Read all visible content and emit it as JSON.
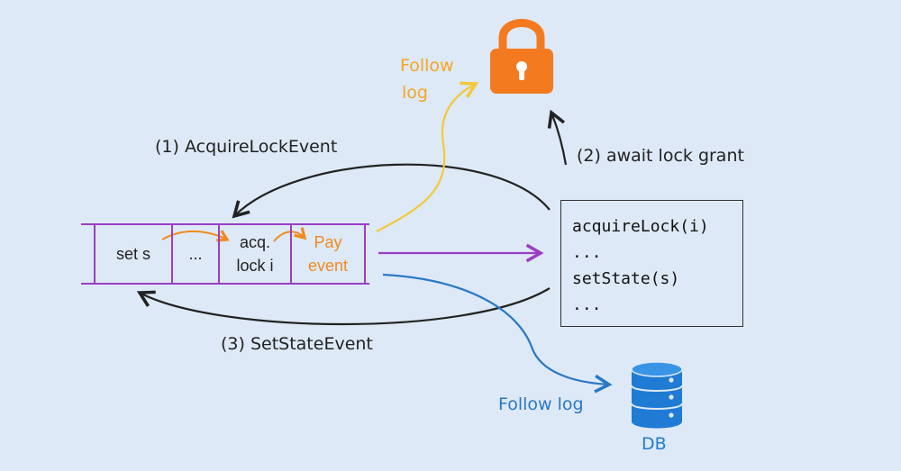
{
  "labels": {
    "acquire_event": "(1) AcquireLockEvent",
    "await_grant": "(2) await lock grant",
    "setstate_event": "(3) SetStateEvent",
    "follow_log_lock_1": "Follow",
    "follow_log_lock_2": "log",
    "follow_log_db": "Follow log",
    "db": "DB"
  },
  "log_cells": [
    {
      "line1": "set s",
      "line2": ""
    },
    {
      "line1": "...",
      "line2": ""
    },
    {
      "line1": "acq.",
      "line2": "lock i"
    },
    {
      "line1": "Pay",
      "line2": "event"
    }
  ],
  "code_lines": [
    "acquireLock(i)",
    "...",
    "setState(s)",
    "..."
  ],
  "colors": {
    "background": "#dde9f6",
    "log_border": "#9b3ec4",
    "lock": "#f47a20",
    "yellow_arrow": "#f5c83a",
    "blue_arrow": "#2b78c5",
    "purple_arrow": "#9b3ec4",
    "orange_text": "#f08a1e",
    "db": "#1f7bd3"
  }
}
